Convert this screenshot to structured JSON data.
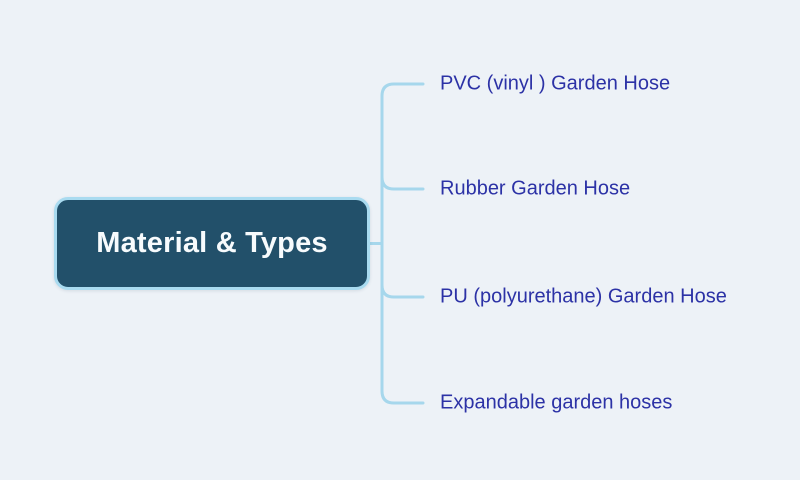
{
  "diagram": {
    "type": "mindmap",
    "root_node": {
      "label": "Material & Types"
    },
    "branches": [
      {
        "label": "PVC (vinyl ) Garden Hose"
      },
      {
        "label": "Rubber Garden Hose"
      },
      {
        "label": "PU (polyurethane) Garden Hose"
      },
      {
        "label": "Expandable garden hoses"
      }
    ],
    "colors": {
      "background": "#edf2f7",
      "node_fill": "#22506a",
      "node_border": "#a9dbf0",
      "connector_line": "#a6d7ec",
      "branch_text": "#2c32a6",
      "node_text": "#f7fbfd"
    }
  }
}
